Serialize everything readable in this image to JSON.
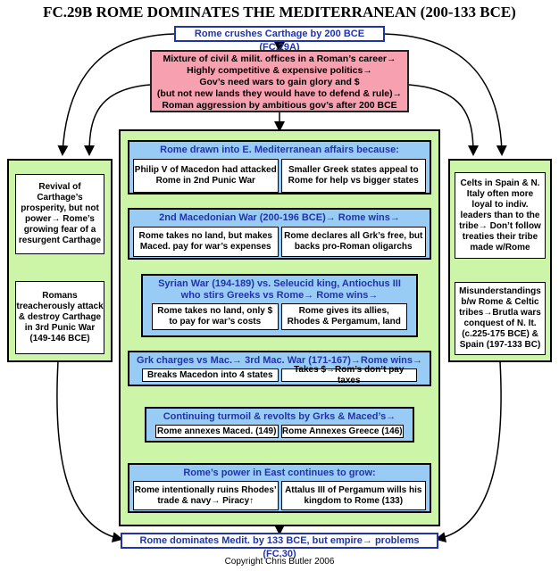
{
  "title": "FC.29B ROME DOMINATES THE MEDITERRANEAN (200-133 BCE)",
  "top_box": "Rome crushes Carthage by 200 BCE  (FC.29A)",
  "causes": [
    "Mixture of civil & milit. offices in a Roman’s career→",
    "Highly competitive & expensive politics→",
    "Gov’s need wars to gain glory and $",
    "(but not new lands they would have to defend & rule)→",
    "Roman aggression by ambitious gov’s after 200 BCE"
  ],
  "left": {
    "top": "Revival of Carthage’s prosperity, but not power→ Rome’s growing fear of a resurgent Carthage",
    "bottom": "Romans treacherously attack & destroy Carthage in 3rd Punic War (149-146 BCE)"
  },
  "right": {
    "top": "Celts in Spain & N. Italy often more loyal to indiv. leaders than to the tribe→ Don’t follow treaties their tribe made w/Rome",
    "bottom": "Misunderstandings b/w Rome & Celtic tribes→Brutla wars conquest of N. It. (c.225-175 BCE) & Spain (197-133 BC)"
  },
  "sections": [
    {
      "head": "Rome drawn into E. Mediterranean affairs because:",
      "left": "Philip V of Macedon had attacked Rome in 2nd Punic War",
      "right": "Smaller Greek states appeal to Rome for help vs bigger states"
    },
    {
      "head": "2nd Macedonian War (200-196 BCE)→ Rome wins→",
      "left": "Rome takes no land, but makes Maced. pay for war’s expenses",
      "right": "Rome declares all Grk’s free, but backs pro-Roman oligarchs"
    },
    {
      "head": "Syrian War (194-189) vs. Seleucid king, Antiochus III who stirs Greeks vs Rome→ Rome wins→",
      "left": "Rome takes no land, only $ to pay for war’s costs",
      "right": "Rome gives its allies, Rhodes & Pergamum, land"
    },
    {
      "head": "Grk charges vs Mac.→ 3rd Mac. War (171-167)→Rome wins→",
      "left": "Breaks Macedon into 4 states",
      "right": "Takes $→Rom’s don’t pay taxes"
    },
    {
      "head": "Continuing turmoil & revolts by Grks & Maced’s→",
      "left": "Rome annexes Maced. (149)",
      "right": "Rome Annexes Greece (146)"
    },
    {
      "head": "Rome’s power in East continues to grow:",
      "left": "Rome intentionally ruins Rhodes’ trade & navy→ Piracy↑",
      "right": "Attalus III of Pergamum wills his kingdom to Rome (133)"
    }
  ],
  "bottom_box": "Rome dominates Medit.  by 133 BCE, but empire→ problems  (FC.30)",
  "copyright": "Copyright Chris Butler 2006"
}
